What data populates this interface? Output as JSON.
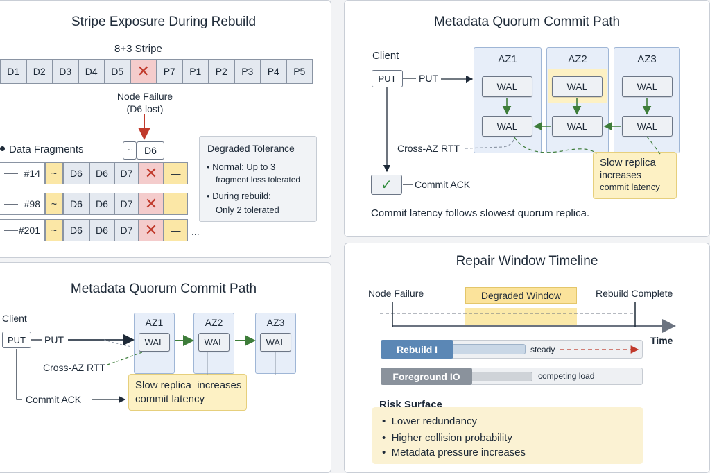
{
  "panel_stripe": {
    "title": "Stripe Exposure During Rebuild",
    "stripe_label": "8+3 Stripe",
    "stripe_cells": [
      "D1",
      "D2",
      "D3",
      "D4",
      "D5",
      "",
      "P7",
      "P1",
      "P2",
      "P3",
      "P4",
      "P5"
    ],
    "failed_index": 5,
    "failure_label_1": "Node Failure",
    "failure_label_2": "(D6 lost)",
    "lost_box_glyph": "~",
    "lost_box_label": "D6",
    "fragments_label": "Data Fragments",
    "rows": [
      {
        "id": "#14",
        "c1": "~",
        "c2": "D6",
        "c3": "D6",
        "c4": "D7",
        "c6": "—"
      },
      {
        "id": "#98",
        "c1": "~",
        "c2": "D6",
        "c3": "D6",
        "c4": "D7",
        "c6": "—"
      },
      {
        "id": "#201",
        "c1": "~",
        "c2": "D6",
        "c3": "D6",
        "c4": "D7",
        "c6": "—"
      }
    ],
    "ellipsis": "...",
    "tolerance": {
      "title": "Degraded Tolerance",
      "b1_line1": "Normal: Up to 3",
      "b1_line2": "fragment loss tolerated",
      "b2_line1": "During rebuild:",
      "b2_line2": "Only 2 tolerated"
    }
  },
  "panel_quorum_top": {
    "title": "Metadata Quorum Commit Path",
    "client_label": "Client",
    "put_box": "PUT",
    "put_arrow_label": "PUT",
    "az": [
      "AZ1",
      "AZ2",
      "AZ3"
    ],
    "wal_label": "WAL",
    "cross_az": "Cross-AZ RTT",
    "commit_ack": "Commit ACK",
    "check_glyph": "✓",
    "slow_note": [
      "Slow replica",
      "increases",
      "commit latency"
    ],
    "footer": "Commit latency follows slowest quorum replica."
  },
  "panel_quorum_bottom": {
    "title": "Metadata Quorum Commit Path",
    "client_label": "Client",
    "put_box": "PUT",
    "put_arrow_label": "PUT",
    "az": [
      "AZ1",
      "AZ2",
      "AZ3"
    ],
    "wal_label": "WAL",
    "cross_az": "Cross-AZ RTT",
    "commit_ack": "Commit ACK",
    "slow_note": [
      "Slow replica  increases",
      "commit latency"
    ]
  },
  "panel_timeline": {
    "title": "Repair Window Timeline",
    "node_failure": "Node Failure",
    "degraded_window": "Degraded Window",
    "rebuild_complete": "Rebuild Complete",
    "time_label": "Time",
    "rebuild_bar": "Rebuild I",
    "rebuild_status": "steady",
    "foreground_bar": "Foreground IO",
    "foreground_status": "competing load",
    "risk_title": "Risk Surface",
    "risks": [
      "Lower redundancy",
      "Higher collision probability",
      "Metadata pressure increases"
    ]
  },
  "colors": {
    "panel_border": "#c9ced6",
    "fail_red": "#c0392b",
    "fail_fill": "#f4cccc",
    "note_yellow": "#fdf1c4",
    "az_blue": "#e7eef9",
    "green_arrow": "#3e7d3a",
    "rebuild_bar": "#5b87b5",
    "foreground_bar": "#8a929c"
  }
}
